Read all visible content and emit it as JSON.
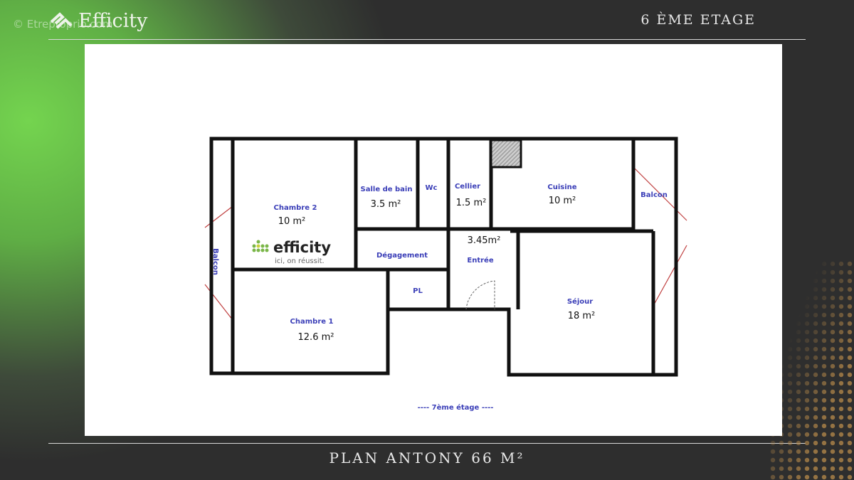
{
  "header": {
    "brand": "Efficity",
    "watermark": "© Etreproprio.com",
    "floor": "6 ÈME ETAGE"
  },
  "plan": {
    "rooms": [
      {
        "name": "Chambre 2",
        "area": "10 m²"
      },
      {
        "name": "Salle de bain",
        "area": "3.5 m²"
      },
      {
        "name": "Wc",
        "area": ""
      },
      {
        "name": "Cellier",
        "area": "1.5 m²"
      },
      {
        "name": "Cuisine",
        "area": "10 m²"
      },
      {
        "name": "Balcon",
        "area": ""
      },
      {
        "name": "Dégagement",
        "area": ""
      },
      {
        "name": "Entrée",
        "area": "3.45m²"
      },
      {
        "name": "PL",
        "area": ""
      },
      {
        "name": "Chambre 1",
        "area": "12.6 m²"
      },
      {
        "name": "Séjour",
        "area": "18 m²"
      },
      {
        "name": "Balcon",
        "area": ""
      }
    ],
    "logo": {
      "name": "efficity",
      "tagline": "ici, on réussit."
    },
    "level_note": "---- 7ème étage ----"
  },
  "caption": "PLAN  ANTONY  66 M²"
}
